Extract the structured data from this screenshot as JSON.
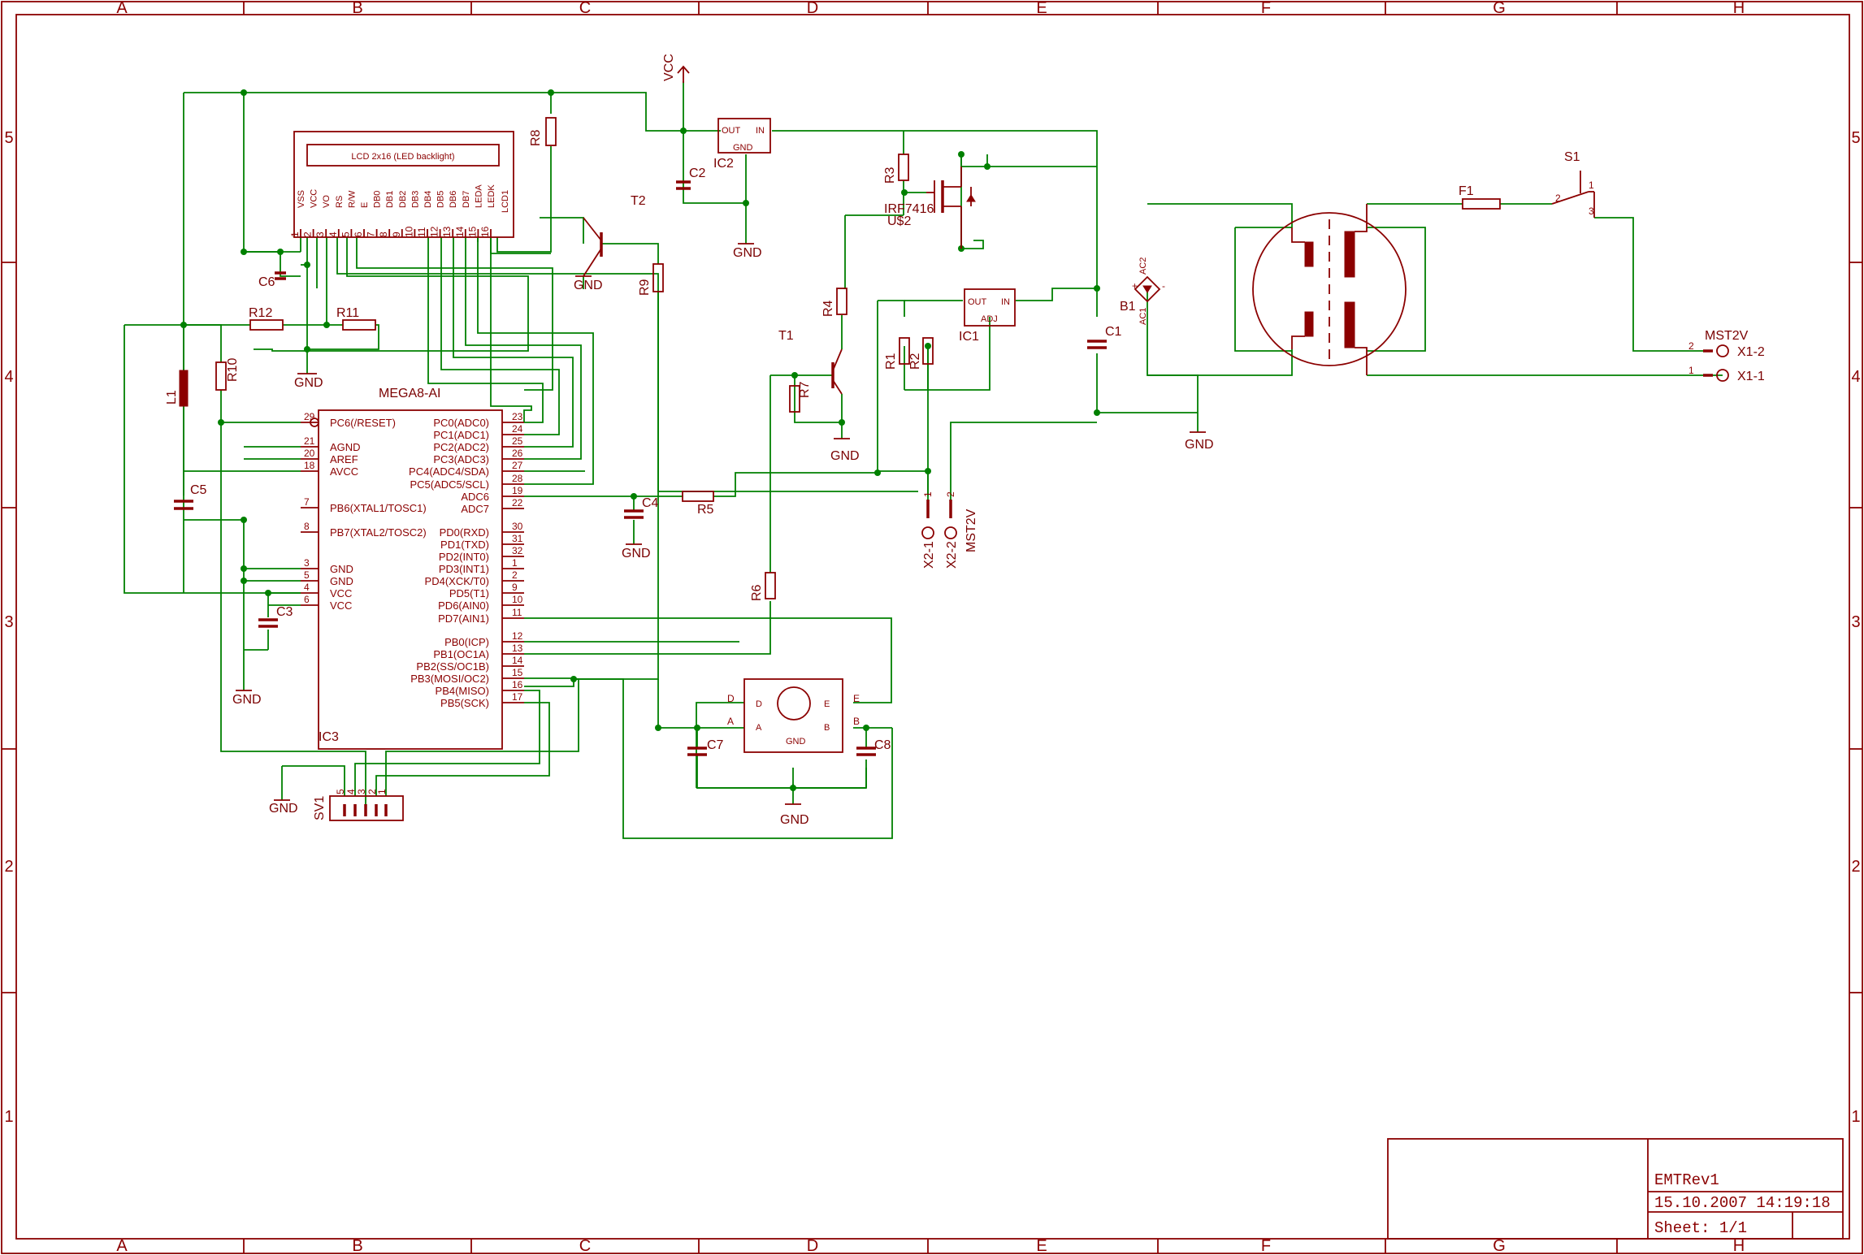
{
  "grid": {
    "columns": [
      "A",
      "B",
      "C",
      "D",
      "E",
      "F",
      "G",
      "H"
    ],
    "rows": [
      "5",
      "4",
      "3",
      "2",
      "1"
    ]
  },
  "title_block": {
    "name": "EMTRev1",
    "date": "15.10.2007 14:19:18",
    "sheet": "Sheet: 1/1"
  },
  "parts": {
    "lcd_title": "LCD 2x16 (LED backlight)",
    "lcd_ref": "LCD1",
    "lcd_pins": [
      "VSS",
      "VCC",
      "VO",
      "RS",
      "R/W",
      "E",
      "DB0",
      "DB1",
      "DB2",
      "DB3",
      "DB4",
      "DB5",
      "DB6",
      "DB7",
      "LEDA",
      "LEDK"
    ],
    "mcu_value": "MEGA8-AI",
    "mcu_ref": "IC3",
    "mcu_left_pins": [
      {
        "num": "29",
        "name": "PC6(/RESET)"
      },
      {
        "num": "21",
        "name": "AGND"
      },
      {
        "num": "20",
        "name": "AREF"
      },
      {
        "num": "18",
        "name": "AVCC"
      },
      {
        "num": "7",
        "name": "PB6(XTAL1/TOSC1)"
      },
      {
        "num": "8",
        "name": "PB7(XTAL2/TOSC2)"
      },
      {
        "num": "3",
        "name": "GND"
      },
      {
        "num": "5",
        "name": "GND"
      },
      {
        "num": "4",
        "name": "VCC"
      },
      {
        "num": "6",
        "name": "VCC"
      }
    ],
    "mcu_right_pins": [
      {
        "num": "23",
        "name": "PC0(ADC0)"
      },
      {
        "num": "24",
        "name": "PC1(ADC1)"
      },
      {
        "num": "25",
        "name": "PC2(ADC2)"
      },
      {
        "num": "26",
        "name": "PC3(ADC3)"
      },
      {
        "num": "27",
        "name": "PC4(ADC4/SDA)"
      },
      {
        "num": "28",
        "name": "PC5(ADC5/SCL)"
      },
      {
        "num": "19",
        "name": "ADC6"
      },
      {
        "num": "22",
        "name": "ADC7"
      },
      {
        "num": "30",
        "name": "PD0(RXD)"
      },
      {
        "num": "31",
        "name": "PD1(TXD)"
      },
      {
        "num": "32",
        "name": "PD2(INT0)"
      },
      {
        "num": "1",
        "name": "PD3(INT1)"
      },
      {
        "num": "2",
        "name": "PD4(XCK/T0)"
      },
      {
        "num": "9",
        "name": "PD5(T1)"
      },
      {
        "num": "10",
        "name": "PD6(AIN0)"
      },
      {
        "num": "11",
        "name": "PD7(AIN1)"
      },
      {
        "num": "12",
        "name": "PB0(ICP)"
      },
      {
        "num": "13",
        "name": "PB1(OC1A)"
      },
      {
        "num": "14",
        "name": "PB2(SS/OC1B)"
      },
      {
        "num": "15",
        "name": "PB3(MOSI/OC2)"
      },
      {
        "num": "16",
        "name": "PB4(MISO)"
      },
      {
        "num": "17",
        "name": "PB5(SCK)"
      }
    ],
    "ic2_ref": "IC2",
    "ic2_out": "OUT",
    "ic2_in": "IN",
    "ic2_gnd": "GND",
    "ic1_ref": "IC1",
    "ic1_out": "OUT",
    "ic1_in": "IN",
    "ic1_adj": "ADJ",
    "mosfet_value": "IRF7416",
    "mosfet_ref": "U$2",
    "t1": "T1",
    "t2": "T2",
    "vcc": "VCC",
    "gnd": "GND",
    "resistors": {
      "r1": "R1",
      "r2": "R2",
      "r3": "R3",
      "r4": "R4",
      "r5": "R5",
      "r6": "R6",
      "r7": "R7",
      "r8": "R8",
      "r9": "R9",
      "r10": "R10",
      "r11": "R11",
      "r12": "R12"
    },
    "caps": {
      "c1": "C1",
      "c2": "C2",
      "c3": "C3",
      "c4": "C4",
      "c5": "C5",
      "c6": "C6",
      "c7": "C7",
      "c8": "C8"
    },
    "l1": "L1",
    "b1": "B1",
    "ac1": "AC1",
    "ac2": "AC2",
    "plus": "+",
    "minus": "-",
    "f1": "F1",
    "s1": "S1",
    "s1_p1": "1",
    "s1_p2": "2",
    "s1_p3": "3",
    "x1_1": "X1-1",
    "x1_2": "X1-2",
    "mst_x1": "MST2V",
    "x1_pin1": "1",
    "x1_pin2": "2",
    "x2_1": "X2-1",
    "x2_2": "X2-2",
    "mst_x2": "MST2V",
    "x2_pin1": "1",
    "x2_pin2": "2",
    "sv1": "SV1",
    "sv1_pins": [
      "5",
      "4",
      "3",
      "2",
      "1"
    ],
    "enc_d": "D",
    "enc_a": "A",
    "enc_e": "E",
    "enc_b": "B",
    "enc_gnd": "GND",
    "enc_pin_d": "D",
    "enc_pin_a": "A",
    "enc_pin_e": "E",
    "enc_pin_b": "B"
  }
}
